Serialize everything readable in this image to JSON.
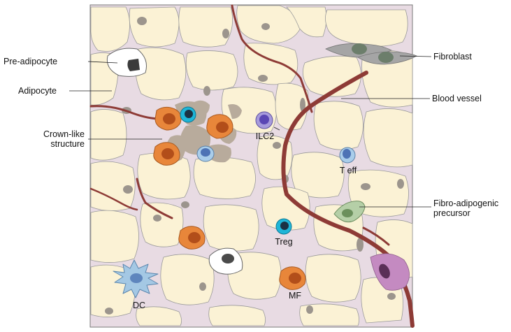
{
  "labels": {
    "pre_adipocyte": "Pre-adipocyte",
    "adipocyte": "Adipocyte",
    "crown_like_line1": "Crown-like",
    "crown_like_line2": "structure",
    "fibroblast": "Fibroblast",
    "blood_vessel": "Blood vessel",
    "fap_line1": "Fibro-adipogenic",
    "fap_line2": "precursor",
    "ilc2": "ILC2",
    "t_eff": "T eff",
    "treg": "Treg",
    "dc": "DC",
    "mf": "MF"
  },
  "colors": {
    "background": "#e8dbe3",
    "adipocyte_fill": "#fbf2d5",
    "adipocyte_stroke": "#9a9a9a",
    "nucleus_grey": "#9c958d",
    "vessel": "#8e3b36",
    "macrophage": "#e8863a",
    "macrophage_nucleus": "#b24e1a",
    "treg": "#1fb6d8",
    "teff": "#a9cdea",
    "teff_nucleus": "#4d73b5",
    "ilc2": "#a79bdc",
    "ilc2_nucleus": "#5a46b4",
    "dc": "#a4c8e4",
    "fap": "#b5cfa7",
    "fap_nucleus": "#6b8f5c",
    "fibroblast": "#9a9a9a",
    "purple_cell": "#c48ac1",
    "crown_debris": "#b8ab9c"
  }
}
